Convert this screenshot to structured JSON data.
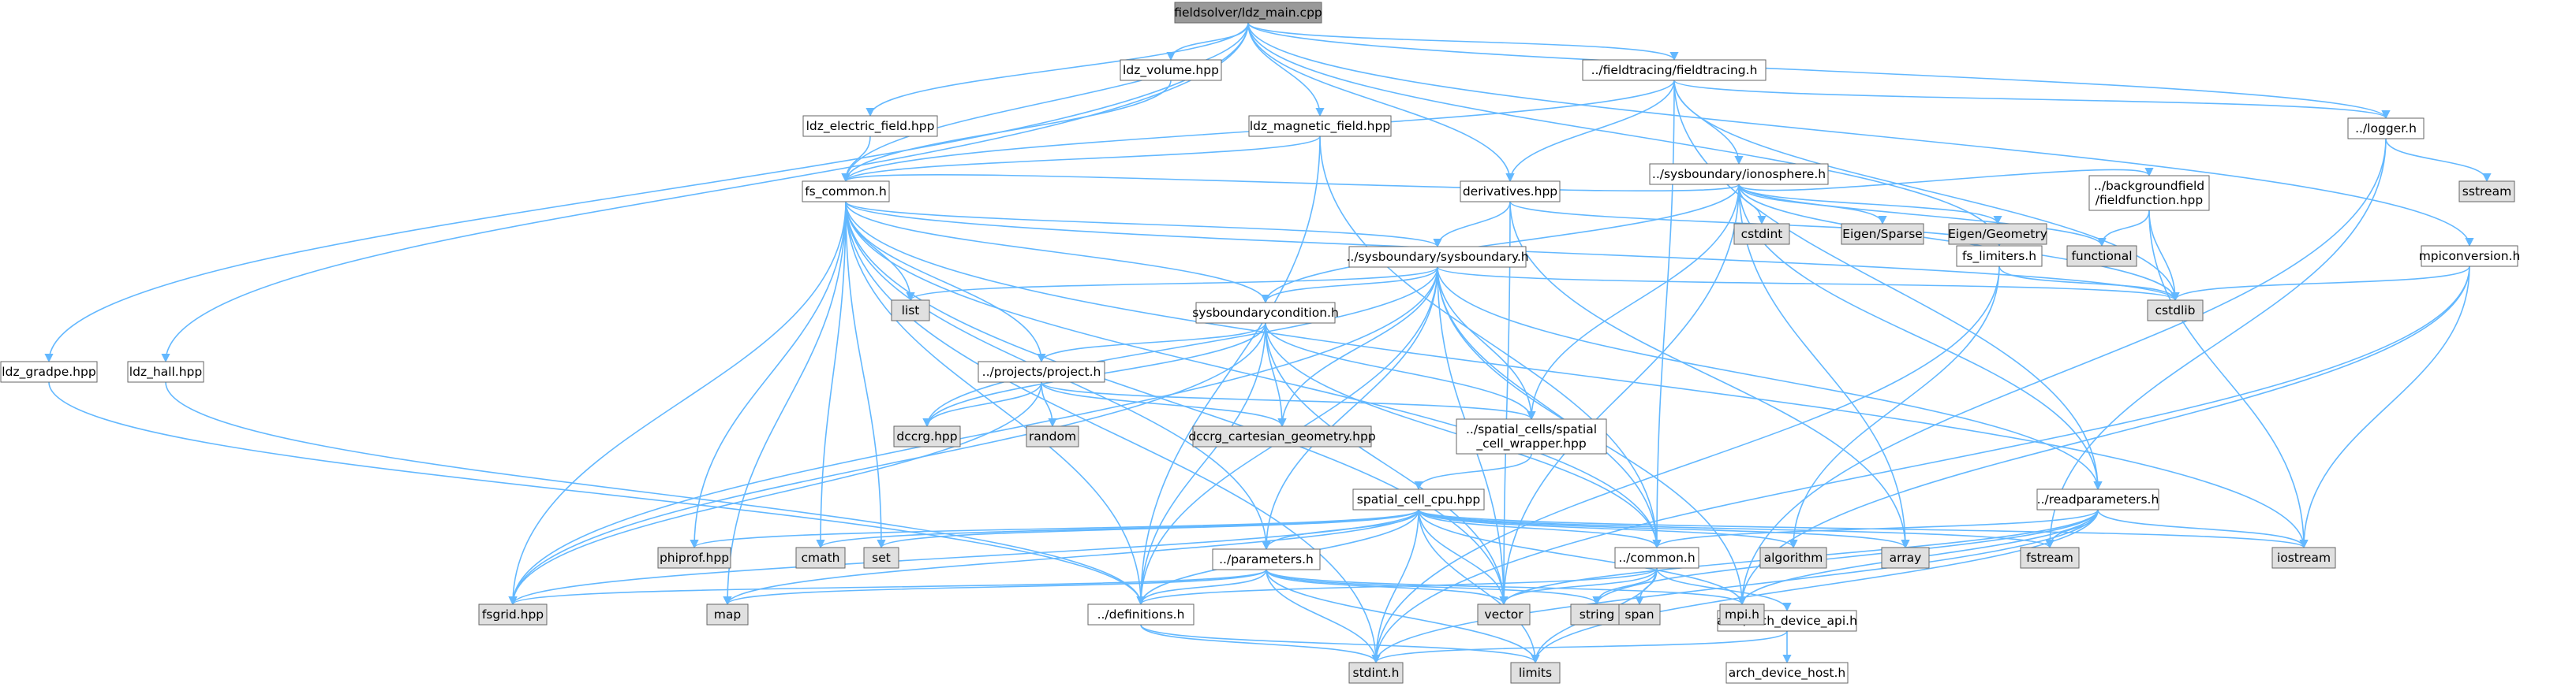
{
  "colors": {
    "root_fill": "#999999",
    "header_fill": "#ffffff",
    "system_fill": "#e0e0e0",
    "edge": "#63b8ff",
    "incomplete_border": "#ff0000"
  },
  "nodes": [
    {
      "id": "root",
      "lines": [
        "fieldsolver/ldz_main.cpp"
      ],
      "kind": "root"
    },
    {
      "id": "ldz_volume",
      "lines": [
        "ldz_volume.hpp"
      ],
      "kind": "header"
    },
    {
      "id": "fieldtracing",
      "lines": [
        "../fieldtracing/fieldtracing.h"
      ],
      "kind": "header"
    },
    {
      "id": "ldz_electric",
      "lines": [
        "ldz_electric_field.hpp"
      ],
      "kind": "header"
    },
    {
      "id": "ldz_magnetic",
      "lines": [
        "ldz_magnetic_field.hpp"
      ],
      "kind": "header"
    },
    {
      "id": "ionosphere",
      "lines": [
        "../sysboundary/ionosphere.h"
      ],
      "kind": "header"
    },
    {
      "id": "logger",
      "lines": [
        "../logger.h"
      ],
      "kind": "header"
    },
    {
      "id": "fs_common",
      "lines": [
        "fs_common.h"
      ],
      "kind": "header"
    },
    {
      "id": "derivatives",
      "lines": [
        "derivatives.hpp"
      ],
      "kind": "header"
    },
    {
      "id": "cstdint",
      "lines": [
        "cstdint"
      ],
      "kind": "system"
    },
    {
      "id": "eigen_sparse",
      "lines": [
        "Eigen/Sparse"
      ],
      "kind": "system"
    },
    {
      "id": "eigen_geometry",
      "lines": [
        "Eigen/Geometry"
      ],
      "kind": "system"
    },
    {
      "id": "fieldfunction",
      "lines": [
        "../backgroundfield",
        "/fieldfunction.hpp"
      ],
      "kind": "incomplete"
    },
    {
      "id": "sstream",
      "lines": [
        "sstream"
      ],
      "kind": "system"
    },
    {
      "id": "sysboundary",
      "lines": [
        "../sysboundary/sysboundary.h"
      ],
      "kind": "header"
    },
    {
      "id": "functional",
      "lines": [
        "functional"
      ],
      "kind": "system"
    },
    {
      "id": "fs_limiters",
      "lines": [
        "fs_limiters.h"
      ],
      "kind": "header"
    },
    {
      "id": "mpiconversion",
      "lines": [
        "mpiconversion.h"
      ],
      "kind": "header"
    },
    {
      "id": "list",
      "lines": [
        "list"
      ],
      "kind": "system"
    },
    {
      "id": "sbcondition",
      "lines": [
        "sysboundarycondition.h"
      ],
      "kind": "header"
    },
    {
      "id": "cstdlib",
      "lines": [
        "cstdlib"
      ],
      "kind": "system"
    },
    {
      "id": "ldz_gradpe",
      "lines": [
        "ldz_gradpe.hpp"
      ],
      "kind": "header"
    },
    {
      "id": "ldz_hall",
      "lines": [
        "ldz_hall.hpp"
      ],
      "kind": "header"
    },
    {
      "id": "project",
      "lines": [
        "../projects/project.h"
      ],
      "kind": "header"
    },
    {
      "id": "dccrg",
      "lines": [
        "dccrg.hpp"
      ],
      "kind": "system"
    },
    {
      "id": "random",
      "lines": [
        "random"
      ],
      "kind": "system"
    },
    {
      "id": "dccrg_cart",
      "lines": [
        "dccrg_cartesian_geometry.hpp"
      ],
      "kind": "system"
    },
    {
      "id": "spatial_wrapper",
      "lines": [
        "../spatial_cells/spatial",
        "_cell_wrapper.hpp"
      ],
      "kind": "header"
    },
    {
      "id": "spatial_cpu",
      "lines": [
        "spatial_cell_cpu.hpp"
      ],
      "kind": "incomplete"
    },
    {
      "id": "readparameters",
      "lines": [
        "../readparameters.h"
      ],
      "kind": "incomplete"
    },
    {
      "id": "phiprof",
      "lines": [
        "phiprof.hpp"
      ],
      "kind": "system"
    },
    {
      "id": "cmath",
      "lines": [
        "cmath"
      ],
      "kind": "system"
    },
    {
      "id": "set",
      "lines": [
        "set"
      ],
      "kind": "system"
    },
    {
      "id": "common",
      "lines": [
        "../common.h"
      ],
      "kind": "header"
    },
    {
      "id": "algorithm",
      "lines": [
        "algorithm"
      ],
      "kind": "system"
    },
    {
      "id": "array",
      "lines": [
        "array"
      ],
      "kind": "system"
    },
    {
      "id": "fstream",
      "lines": [
        "fstream"
      ],
      "kind": "system"
    },
    {
      "id": "iostream",
      "lines": [
        "iostream"
      ],
      "kind": "system"
    },
    {
      "id": "parameters",
      "lines": [
        "../parameters.h"
      ],
      "kind": "header"
    },
    {
      "id": "fsgrid",
      "lines": [
        "fsgrid.hpp"
      ],
      "kind": "system"
    },
    {
      "id": "map",
      "lines": [
        "map"
      ],
      "kind": "system"
    },
    {
      "id": "definitions",
      "lines": [
        "../definitions.h"
      ],
      "kind": "header"
    },
    {
      "id": "vector",
      "lines": [
        "vector"
      ],
      "kind": "system"
    },
    {
      "id": "string",
      "lines": [
        "string"
      ],
      "kind": "system"
    },
    {
      "id": "span",
      "lines": [
        "span"
      ],
      "kind": "system"
    },
    {
      "id": "arch_api",
      "lines": [
        "arch/arch_device_api.h"
      ],
      "kind": "header"
    },
    {
      "id": "mpi",
      "lines": [
        "mpi.h"
      ],
      "kind": "system"
    },
    {
      "id": "stdint",
      "lines": [
        "stdint.h"
      ],
      "kind": "system"
    },
    {
      "id": "limits",
      "lines": [
        "limits"
      ],
      "kind": "system"
    },
    {
      "id": "arch_host",
      "lines": [
        "arch_device_host.h"
      ],
      "kind": "header"
    }
  ],
  "edges": [
    [
      "root",
      "ldz_volume"
    ],
    [
      "root",
      "fieldtracing"
    ],
    [
      "root",
      "ldz_electric"
    ],
    [
      "root",
      "ldz_magnetic"
    ],
    [
      "root",
      "logger"
    ],
    [
      "root",
      "derivatives"
    ],
    [
      "root",
      "fs_common"
    ],
    [
      "root",
      "fs_limiters"
    ],
    [
      "root",
      "mpiconversion"
    ],
    [
      "root",
      "ldz_gradpe"
    ],
    [
      "root",
      "ldz_hall"
    ],
    [
      "ldz_volume",
      "fs_common"
    ],
    [
      "ldz_electric",
      "fs_common"
    ],
    [
      "ldz_magnetic",
      "fs_common"
    ],
    [
      "ldz_magnetic",
      "definitions"
    ],
    [
      "ldz_magnetic",
      "common"
    ],
    [
      "fieldtracing",
      "ionosphere"
    ],
    [
      "fieldtracing",
      "logger"
    ],
    [
      "fieldtracing",
      "fs_common"
    ],
    [
      "fieldtracing",
      "derivatives"
    ],
    [
      "fieldtracing",
      "common"
    ],
    [
      "fieldtracing",
      "cstdlib"
    ],
    [
      "fieldtracing",
      "readparameters"
    ],
    [
      "ionosphere",
      "cstdint"
    ],
    [
      "ionosphere",
      "eigen_sparse"
    ],
    [
      "ionosphere",
      "eigen_geometry"
    ],
    [
      "ionosphere",
      "fieldfunction"
    ],
    [
      "ionosphere",
      "fs_common"
    ],
    [
      "ionosphere",
      "sbcondition"
    ],
    [
      "ionosphere",
      "spatial_wrapper"
    ],
    [
      "ionosphere",
      "functional"
    ],
    [
      "ionosphere",
      "array"
    ],
    [
      "ionosphere",
      "cstdlib"
    ],
    [
      "ionosphere",
      "vector"
    ],
    [
      "ionosphere",
      "readparameters"
    ],
    [
      "fieldfunction",
      "functional"
    ],
    [
      "fieldfunction",
      "cstdlib"
    ],
    [
      "fieldfunction",
      "iostream"
    ],
    [
      "logger",
      "sstream"
    ],
    [
      "logger",
      "fstream"
    ],
    [
      "logger",
      "mpi"
    ],
    [
      "mpiconversion",
      "cstdlib"
    ],
    [
      "mpiconversion",
      "iostream"
    ],
    [
      "mpiconversion",
      "mpi"
    ],
    [
      "mpiconversion",
      "stdint"
    ],
    [
      "fs_limiters",
      "cstdlib"
    ],
    [
      "fs_limiters",
      "algorithm"
    ],
    [
      "fs_limiters",
      "stdint"
    ],
    [
      "derivatives",
      "sysboundary"
    ],
    [
      "derivatives",
      "fs_limiters"
    ],
    [
      "derivatives",
      "vector"
    ],
    [
      "derivatives",
      "array"
    ],
    [
      "fs_common",
      "sysboundary"
    ],
    [
      "fs_common",
      "list"
    ],
    [
      "fs_common",
      "sbcondition"
    ],
    [
      "fs_common",
      "project"
    ],
    [
      "fs_common",
      "cstdlib"
    ],
    [
      "fs_common",
      "phiprof"
    ],
    [
      "fs_common",
      "cmath"
    ],
    [
      "fs_common",
      "set"
    ],
    [
      "fs_common",
      "map"
    ],
    [
      "fs_common",
      "fsgrid"
    ],
    [
      "fs_common",
      "stdint"
    ],
    [
      "fs_common",
      "definitions"
    ],
    [
      "fs_common",
      "parameters"
    ],
    [
      "fs_common",
      "common"
    ],
    [
      "fs_common",
      "iostream"
    ],
    [
      "fs_common",
      "vector"
    ],
    [
      "sysboundary",
      "list"
    ],
    [
      "sysboundary",
      "sbcondition"
    ],
    [
      "sysboundary",
      "dccrg"
    ],
    [
      "sysboundary",
      "dccrg_cart"
    ],
    [
      "sysboundary",
      "spatial_wrapper"
    ],
    [
      "sysboundary",
      "readparameters"
    ],
    [
      "sysboundary",
      "common"
    ],
    [
      "sysboundary",
      "definitions"
    ],
    [
      "sysboundary",
      "fsgrid"
    ],
    [
      "sysboundary",
      "mpi"
    ],
    [
      "sysboundary",
      "vector"
    ],
    [
      "sysboundary",
      "parameters"
    ],
    [
      "sysboundary",
      "cstdlib"
    ],
    [
      "sbcondition",
      "project"
    ],
    [
      "sbcondition",
      "dccrg"
    ],
    [
      "sbcondition",
      "dccrg_cart"
    ],
    [
      "sbcondition",
      "spatial_wrapper"
    ],
    [
      "sbcondition",
      "definitions"
    ],
    [
      "sbcondition",
      "common"
    ],
    [
      "sbcondition",
      "fsgrid"
    ],
    [
      "sbcondition",
      "vector"
    ],
    [
      "project",
      "dccrg"
    ],
    [
      "project",
      "random"
    ],
    [
      "project",
      "dccrg_cart"
    ],
    [
      "project",
      "spatial_wrapper"
    ],
    [
      "project",
      "fsgrid"
    ],
    [
      "spatial_wrapper",
      "spatial_cpu"
    ],
    [
      "spatial_cpu",
      "phiprof"
    ],
    [
      "spatial_cpu",
      "cmath"
    ],
    [
      "spatial_cpu",
      "set"
    ],
    [
      "spatial_cpu",
      "common"
    ],
    [
      "spatial_cpu",
      "algorithm"
    ],
    [
      "spatial_cpu",
      "array"
    ],
    [
      "spatial_cpu",
      "fstream"
    ],
    [
      "spatial_cpu",
      "iostream"
    ],
    [
      "spatial_cpu",
      "parameters"
    ],
    [
      "spatial_cpu",
      "definitions"
    ],
    [
      "spatial_cpu",
      "vector"
    ],
    [
      "spatial_cpu",
      "mpi"
    ],
    [
      "spatial_cpu",
      "map"
    ],
    [
      "spatial_cpu",
      "fsgrid"
    ],
    [
      "spatial_cpu",
      "stdint"
    ],
    [
      "spatial_cpu",
      "limits"
    ],
    [
      "readparameters",
      "common"
    ],
    [
      "readparameters",
      "fstream"
    ],
    [
      "readparameters",
      "iostream"
    ],
    [
      "readparameters",
      "mpi"
    ],
    [
      "readparameters",
      "stdint"
    ],
    [
      "readparameters",
      "limits"
    ],
    [
      "readparameters",
      "vector"
    ],
    [
      "readparameters",
      "string"
    ],
    [
      "common",
      "definitions"
    ],
    [
      "common",
      "vector"
    ],
    [
      "common",
      "string"
    ],
    [
      "common",
      "span"
    ],
    [
      "common",
      "arch_api"
    ],
    [
      "common",
      "limits"
    ],
    [
      "parameters",
      "definitions"
    ],
    [
      "parameters",
      "fsgrid"
    ],
    [
      "parameters",
      "map"
    ],
    [
      "parameters",
      "vector"
    ],
    [
      "parameters",
      "string"
    ],
    [
      "parameters",
      "mpi"
    ],
    [
      "parameters",
      "stdint"
    ],
    [
      "parameters",
      "limits"
    ],
    [
      "definitions",
      "stdint"
    ],
    [
      "definitions",
      "limits"
    ],
    [
      "arch_api",
      "arch_host"
    ],
    [
      "arch_api",
      "stdint"
    ],
    [
      "ldz_gradpe",
      "definitions"
    ],
    [
      "ldz_hall",
      "definitions"
    ]
  ]
}
